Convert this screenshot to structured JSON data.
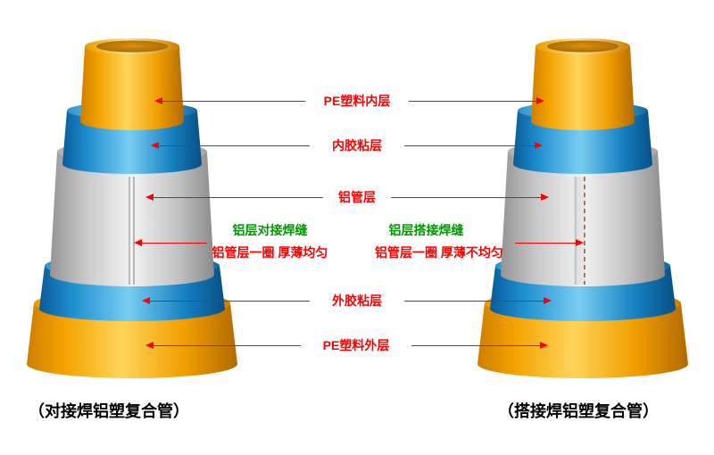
{
  "labels": {
    "layers": [
      "PE塑料内层",
      "内胶粘层",
      "铝管层",
      "外胶粘层",
      "PE塑料外层"
    ]
  },
  "seam_left": {
    "title": "铝层对接焊缝",
    "note": "铝管层一圈 厚薄均匀"
  },
  "seam_right": {
    "title": "铝层搭接焊缝",
    "note": "铝管层一圈 厚薄不均匀"
  },
  "caption_left": "（对接焊铝塑复合管）",
  "caption_right": "（搭接焊铝塑复合管）",
  "colors": {
    "label_red": "#FF0000",
    "seam_green": "#009900",
    "pe_orange": "#F7A600",
    "adhesive_blue": "#2E9BD6",
    "aluminum_gray": "#E8E8E8",
    "caption_black": "#000000"
  }
}
